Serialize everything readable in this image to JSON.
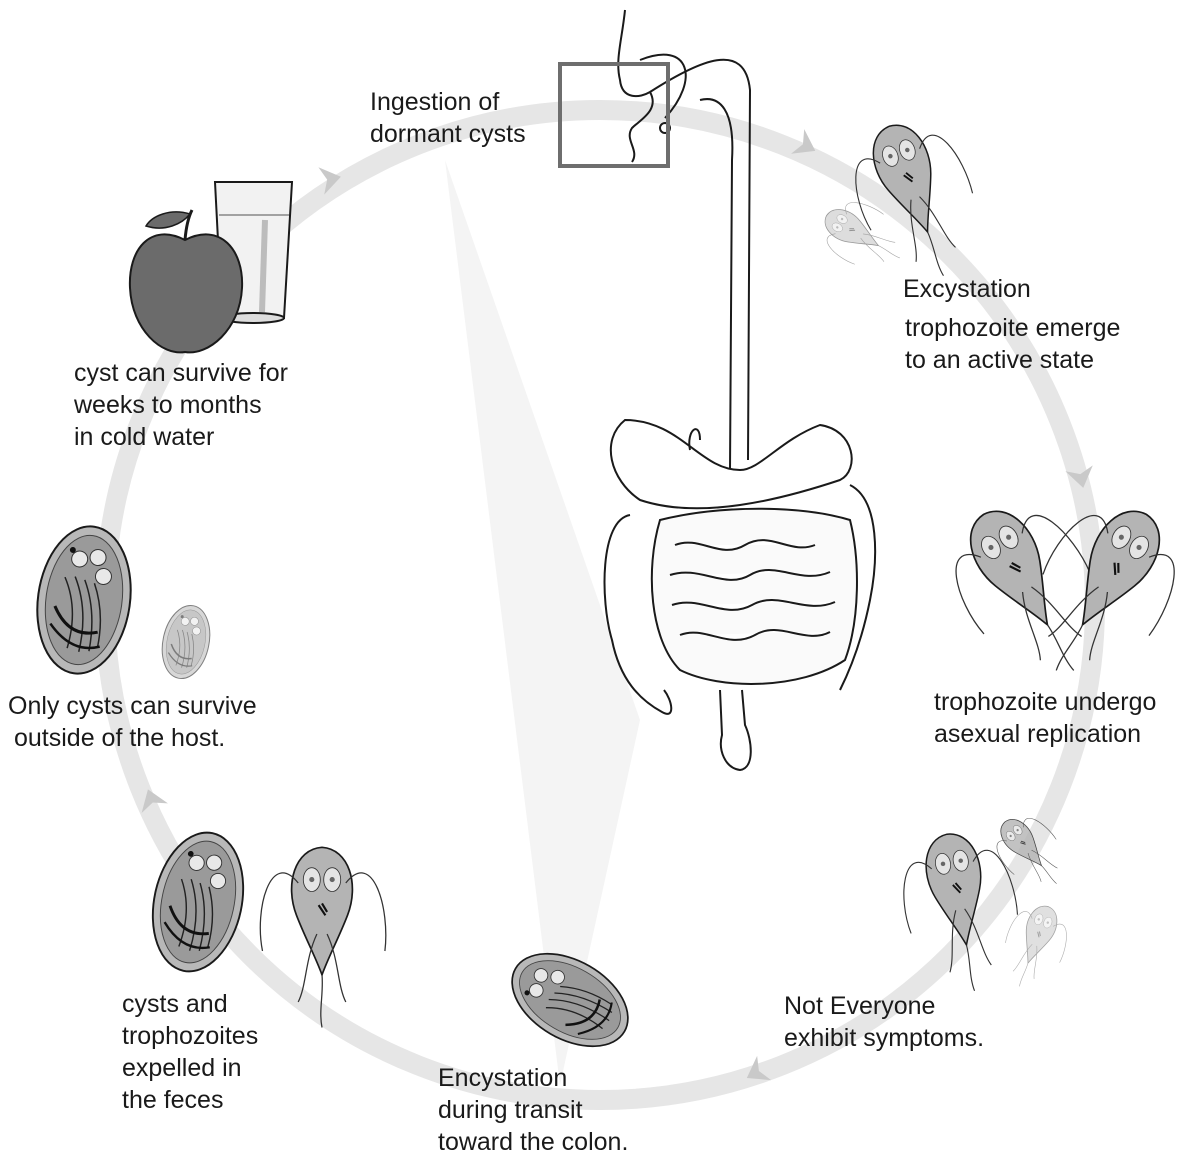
{
  "labels": {
    "ingestion": [
      "Ingestion of",
      "dormant cysts"
    ],
    "excystation_title": "Excystation",
    "excystation_detail": [
      "trophozoite emerge",
      "to an active state"
    ],
    "replication": [
      "trophozoite undergo",
      "asexual replication"
    ],
    "symptoms": [
      "Not Everyone",
      "exhibit symptoms."
    ],
    "encystation": [
      "Encystation",
      "during transit",
      "toward the colon."
    ],
    "expelled": [
      "cysts and",
      "trophozoites",
      "expelled in",
      "the feces"
    ],
    "outside_host": [
      "Only cysts can survive",
      "outside of the host."
    ],
    "cold_water": [
      "cyst can survive for",
      "weeks to months",
      "in cold water"
    ]
  },
  "colors": {
    "cycle_ring": "#e6e6e6",
    "arrow": "#c9c9c9",
    "organism_fill": "#b4b4b4",
    "apple_fill": "#6b6b6b",
    "outline": "#1a1a1a",
    "highlight_box": "#6e6e6e"
  }
}
